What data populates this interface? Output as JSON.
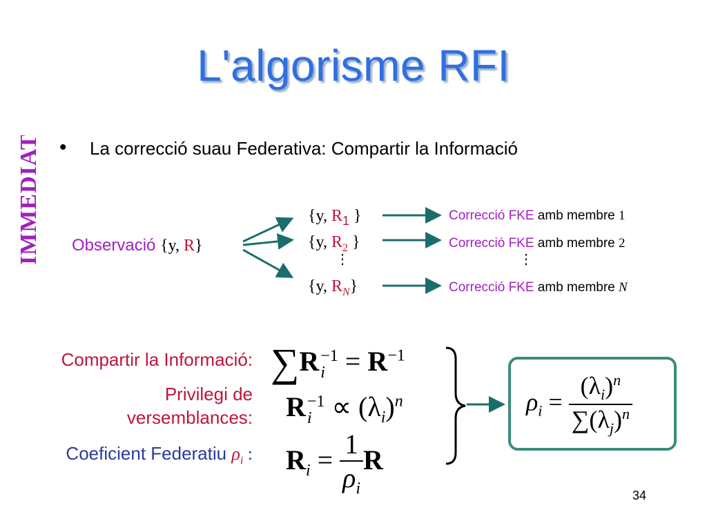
{
  "title": "L'algorisme RFI",
  "side_label": "IMMEDIAT",
  "bullet": {
    "marker": "•",
    "text": "La correcció suau Federativa: Compartir la Informació"
  },
  "observation": {
    "label": "Observació",
    "set_open": "{y, ",
    "set_r": "R",
    "set_close": "}"
  },
  "members": [
    {
      "set_open": "{y, ",
      "r": "R",
      "sub": "1",
      "set_close": " }",
      "corr_text": "Correcció FKE",
      "corr_rest": " amb membre ",
      "index": "1"
    },
    {
      "set_open": "{y, ",
      "r": "R",
      "sub": "2",
      "set_close": " }",
      "corr_text": "Correcció FKE",
      "corr_rest": " amb membre ",
      "index": "2"
    },
    {
      "set_open": "{y, ",
      "r": "R",
      "sub": "N",
      "set_close": "}",
      "corr_text": "Correcció FKE",
      "corr_rest": " amb membre ",
      "index": "N"
    }
  ],
  "dots": "⋮",
  "labels": {
    "share": "Compartir la Informació:",
    "privilege_1": "Privilegi de",
    "privilege_2": "versemblances:",
    "coef": "Coeficient Federatiu ",
    "coef_symbol": "ρ",
    "coef_sub": "i",
    "coef_colon": " :"
  },
  "equations": {
    "eq1_lhs": "∑",
    "eq1_R": "R",
    "eq1_sub": "i",
    "eq1_sup": "−1",
    "eq1_eq": " = ",
    "eq1_rhs": "R",
    "eq1_rhs_sup": "−1",
    "eq2_R": "R",
    "eq2_sub": "i",
    "eq2_sup": "−1",
    "eq2_prop": " ∝ (λ",
    "eq2_lsub": "i",
    "eq2_close": ")",
    "eq2_pow": "n",
    "eq3_R": "R",
    "eq3_sub": "i",
    "eq3_eq": " = ",
    "eq3_num": "1",
    "eq3_den": "ρ",
    "eq3_den_sub": "i",
    "eq3_rhs": "R"
  },
  "result": {
    "rho": "ρ",
    "rho_sub": "i",
    "eq": " = ",
    "num": "(λ",
    "num_sub": "i",
    "num_close": ")",
    "num_pow": "n",
    "den": "∑(λ",
    "den_sub": "j",
    "den_close": ")",
    "den_pow": "n"
  },
  "page_number": "34",
  "colors": {
    "title": "#2f6fe0",
    "arrow": "#1a6e6a",
    "purple": "#a020c0",
    "red": "#c0143c",
    "blue": "#2b3a9a",
    "box": "#3c8c7a"
  }
}
